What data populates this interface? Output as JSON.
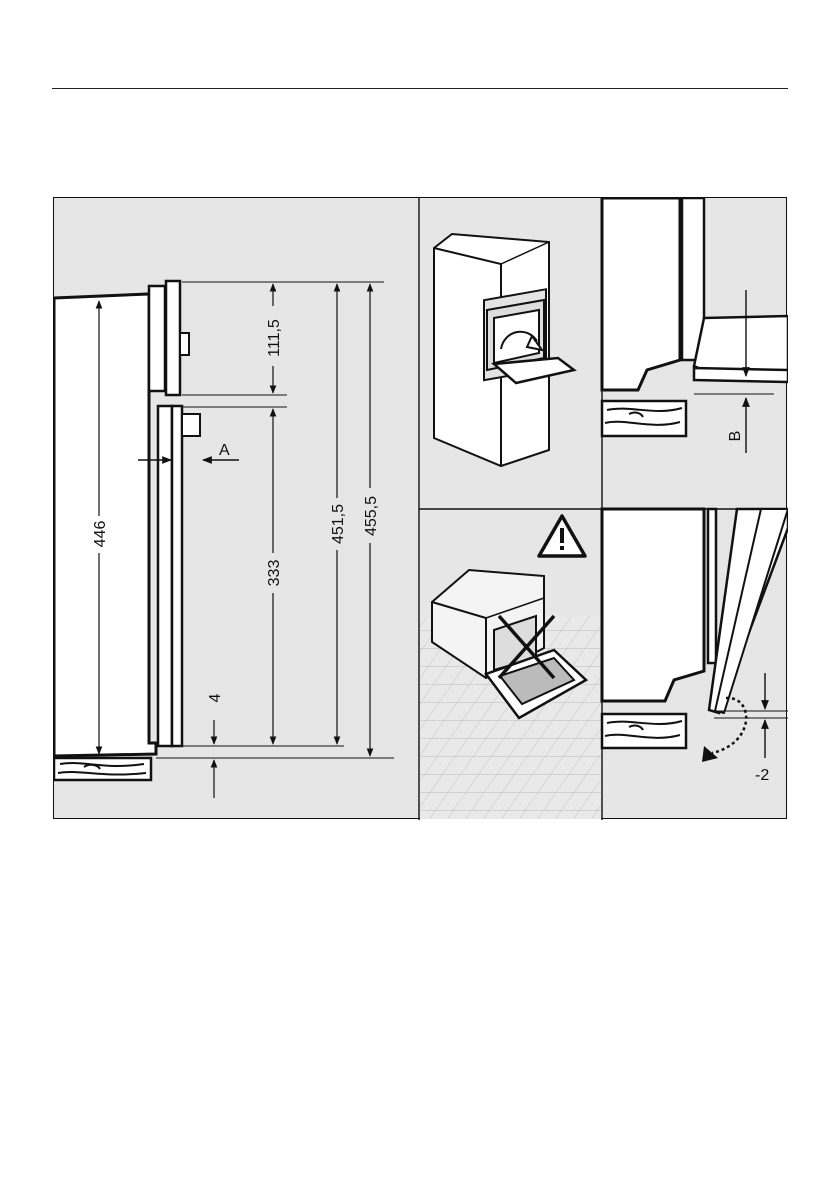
{
  "dimensions": {
    "d446": "446",
    "d111_5": "111,5",
    "d333": "333",
    "d451_5": "451,5",
    "d455_5": "455,5",
    "d4": "4",
    "dm2": "-2"
  },
  "labels": {
    "A": "A",
    "B": "B"
  },
  "colors": {
    "panel_bg": "#e6e6e6",
    "line": "#111111",
    "wood": "#ffffff",
    "floor_grid": "#c8c8c8"
  },
  "icons": [
    "warning-triangle-icon",
    "prohibited-cross-icon",
    "rotate-arrow-icon"
  ]
}
